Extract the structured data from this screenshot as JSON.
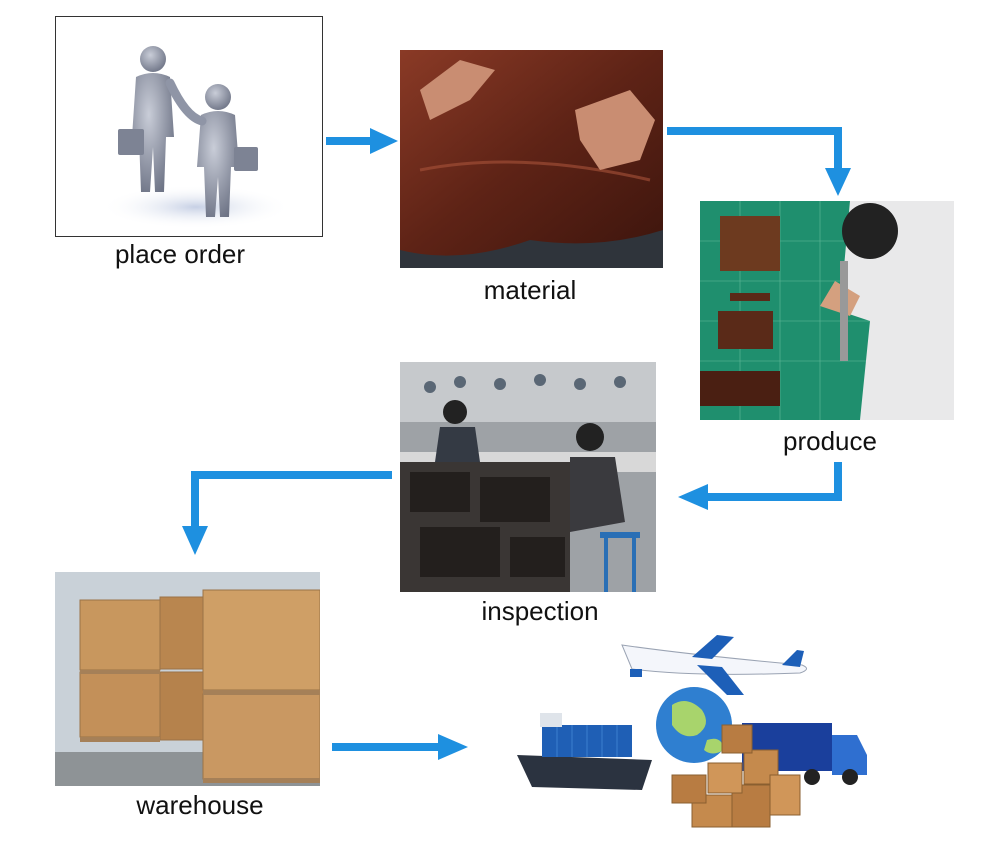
{
  "steps": {
    "place_order": "place order",
    "material": "material",
    "produce": "produce",
    "inspection": "inspection",
    "warehouse": "warehouse"
  },
  "colors": {
    "arrow": "#1e90e0",
    "leather": "#6b2a1c",
    "mat": "#1f8f6e",
    "box": "#c89a63"
  }
}
